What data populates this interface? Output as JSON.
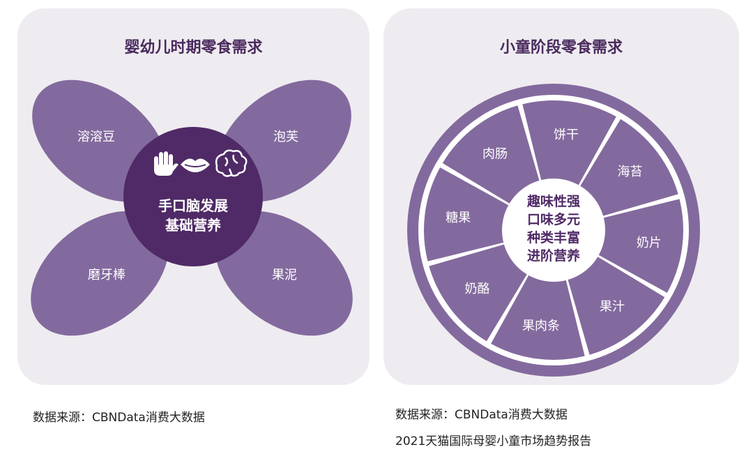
{
  "left_panel": {
    "title": "婴幼儿时期零食需求",
    "center_line1": "手口脑发展",
    "center_line2": "基础营养",
    "center_icons": [
      "hand-icon",
      "lips-icon",
      "brain-icon"
    ],
    "petals": [
      "溶溶豆",
      "泡芙",
      "磨牙棒",
      "果泥"
    ]
  },
  "right_panel": {
    "title": "小童阶段零食需求",
    "center_lines": [
      "趣味性强",
      "口味多元",
      "种类丰富",
      "进阶营养"
    ],
    "segments": [
      "饼干",
      "海苔",
      "奶片",
      "果汁",
      "果肉条",
      "奶酪",
      "糖果",
      "肉肠"
    ]
  },
  "sources": {
    "left": "数据来源：CBNData消费大数据",
    "right_line1": "数据来源：CBNData消费大数据",
    "right_line2": "2021天猫国际母婴小童市场趋势报告"
  },
  "colors": {
    "petal": "#836a9e",
    "center": "#4f2a66",
    "panel_bg": "#eeecf0",
    "title": "#4a2a5e"
  }
}
